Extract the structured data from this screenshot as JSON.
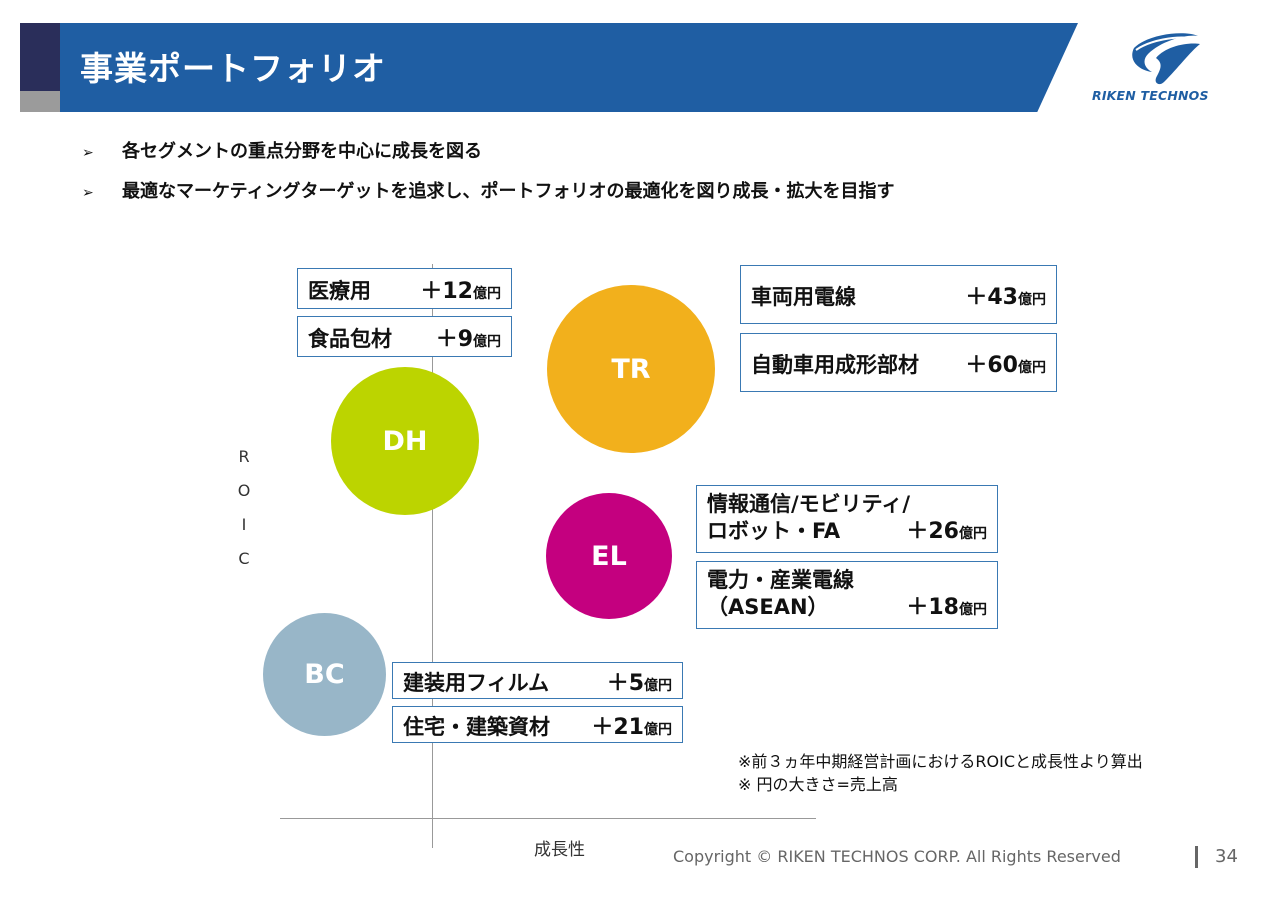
{
  "header": {
    "title": "事業ポートフォリオ",
    "color_bar": "#1f5ea3",
    "color_accent": "#2a2e5a"
  },
  "logo": {
    "text": "RIKEN TECHNOS",
    "icon": "swoosh-logo-icon"
  },
  "bullets": [
    {
      "marker": "➢",
      "text": "各セグメントの重点分野を中心に成長を図る"
    },
    {
      "marker": "➢",
      "text": "最適なマーケティングターゲットを追求し、ポートフォリオの最適化を図り成長・拡大を目指す"
    }
  ],
  "axes": {
    "y_label": "R\nO\nI\nC",
    "x_label": "成長性"
  },
  "segments": [
    {
      "id": "tr",
      "label": "TR",
      "color": "#f2b01c"
    },
    {
      "id": "dh",
      "label": "DH",
      "color": "#bcd400"
    },
    {
      "id": "el",
      "label": "EL",
      "color": "#c4007f"
    },
    {
      "id": "bc",
      "label": "BC",
      "color": "#98b6c8"
    }
  ],
  "boxes": {
    "medical": {
      "name": "医療用",
      "num": "＋12",
      "unit": "億円"
    },
    "food": {
      "name": "食品包材",
      "num": "＋9",
      "unit": "億円"
    },
    "wire": {
      "name": "車両用電線",
      "num": "＋43",
      "unit": "億円"
    },
    "auto": {
      "name": "自動車用成形部材",
      "num": "＋60",
      "unit": "億円"
    },
    "info": {
      "line1": "情報通信/モビリティ/",
      "line2": "ロボット・FA",
      "num": "＋26",
      "unit": "億円"
    },
    "power": {
      "line1": "電力・産業電線",
      "line2": "（ASEAN）",
      "num": "＋18",
      "unit": "億円"
    },
    "film": {
      "name": "建装用フィルム",
      "num": "＋5",
      "unit": "億円"
    },
    "housing": {
      "name": "住宅・建築資材",
      "num": "＋21",
      "unit": "億円"
    }
  },
  "notes": [
    "※前３ヵ年中期経営計画におけるROICと成長性より算出",
    "※ 円の大きさ=売上高"
  ],
  "footer": {
    "copyright": "Copyright © RIKEN TECHNOS CORP. All Rights Reserved",
    "page": "34"
  }
}
